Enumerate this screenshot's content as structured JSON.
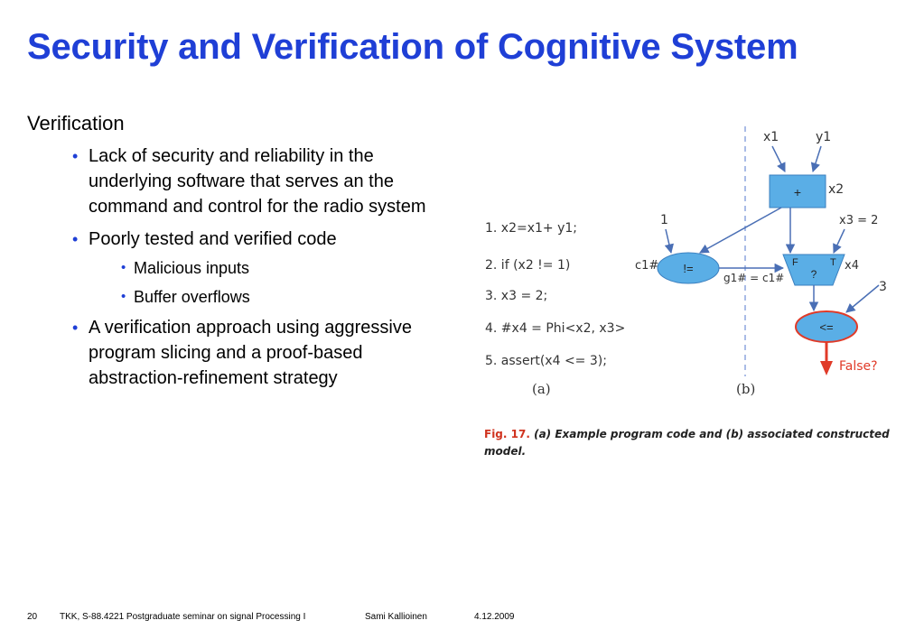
{
  "slide": {
    "title": "Security and Verification of Cognitive System",
    "section": "Verification",
    "bullets": [
      "Lack of security and reliability in the underlying software that serves an the command and control for the radio system",
      "Poorly tested and verified code",
      "A verification approach using aggressive program slicing and a proof-based abstraction-refinement strategy"
    ],
    "sub_bullets": [
      "Malicious inputs",
      "Buffer overflows"
    ]
  },
  "figure": {
    "code_lines": [
      "1. x2=x1+ y1;",
      "2. if (x2 != 1)",
      "3.      x3 = 2;",
      "4. #x4 = Phi<x2, x3>",
      "5. assert(x4 <= 3);"
    ],
    "label_a": "(a)",
    "label_b": "(b)",
    "var_x1": "x1",
    "var_y1": "y1",
    "plus_op": "+",
    "var_x2": "x2",
    "const_1": "1",
    "assign_x3": "x3 = 2",
    "neq_op": "!=",
    "var_c1": "c1#",
    "var_g1": "g1# = c1#",
    "mux_f": "F",
    "mux_t": "T",
    "mux_q": "?",
    "var_x4": "x4",
    "const_3": "3",
    "le_op": "<=",
    "false_label": "False?",
    "caption_label": "Fig. 17.",
    "caption_text": "(a) Example program code and (b) associated constructed model."
  },
  "footer": {
    "page": "20",
    "course": "TKK, S-88.4221 Postgraduate seminar on signal Processing I",
    "author": "Sami Kallioinen",
    "date": "4.12.2009"
  },
  "colors": {
    "title": "#1f3fd6",
    "node_fill": "#5aaee6",
    "node_stroke": "#3a7fbf",
    "alert": "#e03a28",
    "arrow": "#4a6fb5"
  }
}
